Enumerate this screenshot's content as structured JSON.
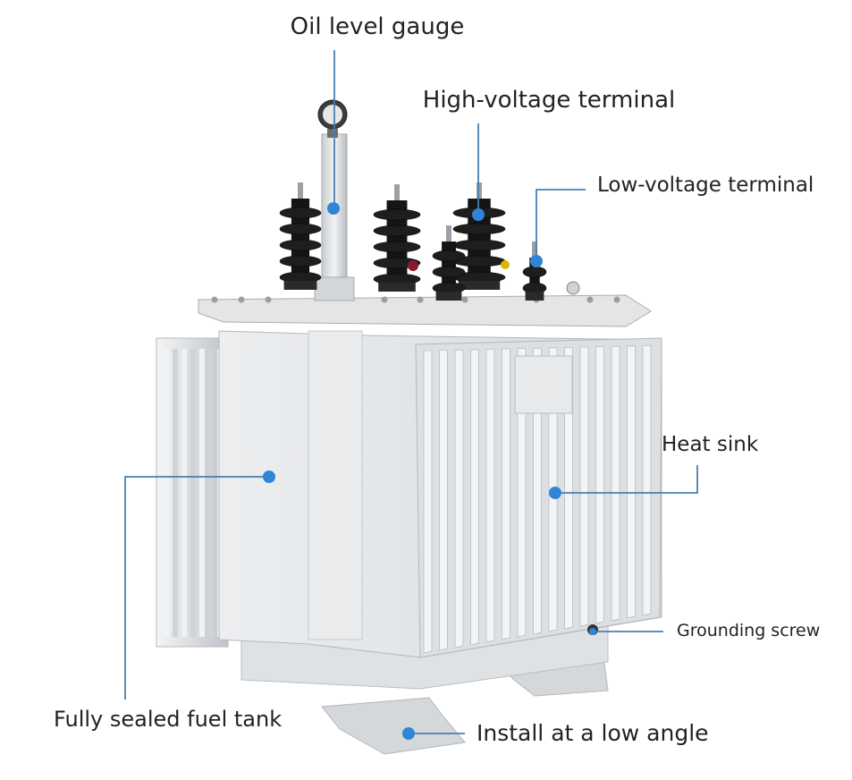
{
  "labels": {
    "oil_level_gauge": "Oil level gauge",
    "high_voltage_terminal": "High-voltage terminal",
    "low_voltage_terminal": "Low-voltage terminal",
    "heat_sink": "Heat sink",
    "grounding_screw": "Grounding screw",
    "fully_sealed_fuel_tank": "Fully sealed fuel tank",
    "install_low_angle": "Install at a low angle"
  },
  "colors": {
    "leader_line": "#4a7fb0",
    "marker_dot": "#2f86d6",
    "tank_body": "#e4e6e8",
    "bushing": "#1c1c1c"
  }
}
